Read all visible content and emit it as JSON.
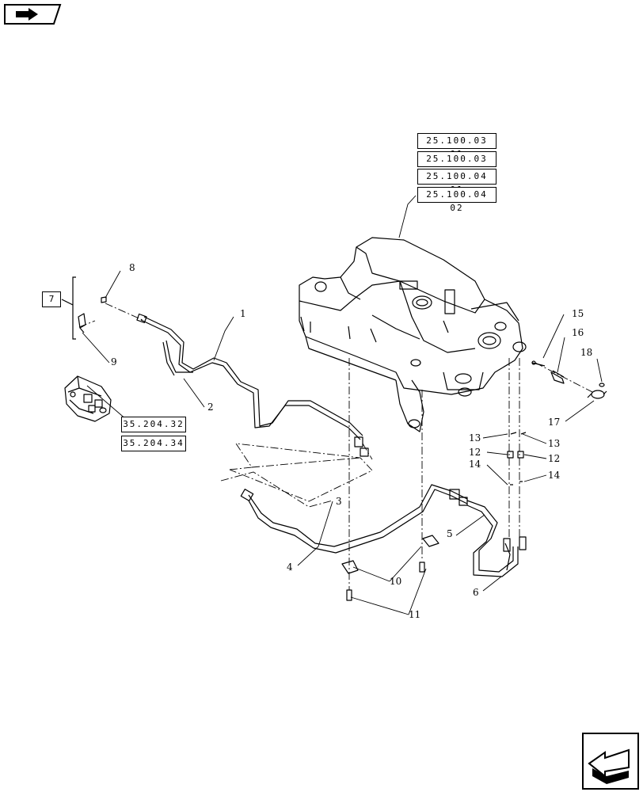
{
  "references": {
    "frame": [
      "25.100.03 01",
      "25.100.03 02",
      "25.100.04 01",
      "25.100.04 02"
    ],
    "valve": [
      "35.204.32",
      "35.204.34"
    ],
    "bracket_item": "7"
  },
  "callouts": {
    "c1": "1",
    "c2": "2",
    "c3": "3",
    "c4": "4",
    "c5": "5",
    "c6": "6",
    "c8": "8",
    "c9": "9",
    "c10": "10",
    "c11": "11",
    "c12a": "12",
    "c12b": "12",
    "c13a": "13",
    "c13b": "13",
    "c14a": "14",
    "c14b": "14",
    "c15": "15",
    "c16": "16",
    "c17": "17",
    "c18": "18"
  },
  "icons": {
    "top_left": "book-arrow-icon",
    "bottom_right": "next-page-arrow-icon"
  }
}
